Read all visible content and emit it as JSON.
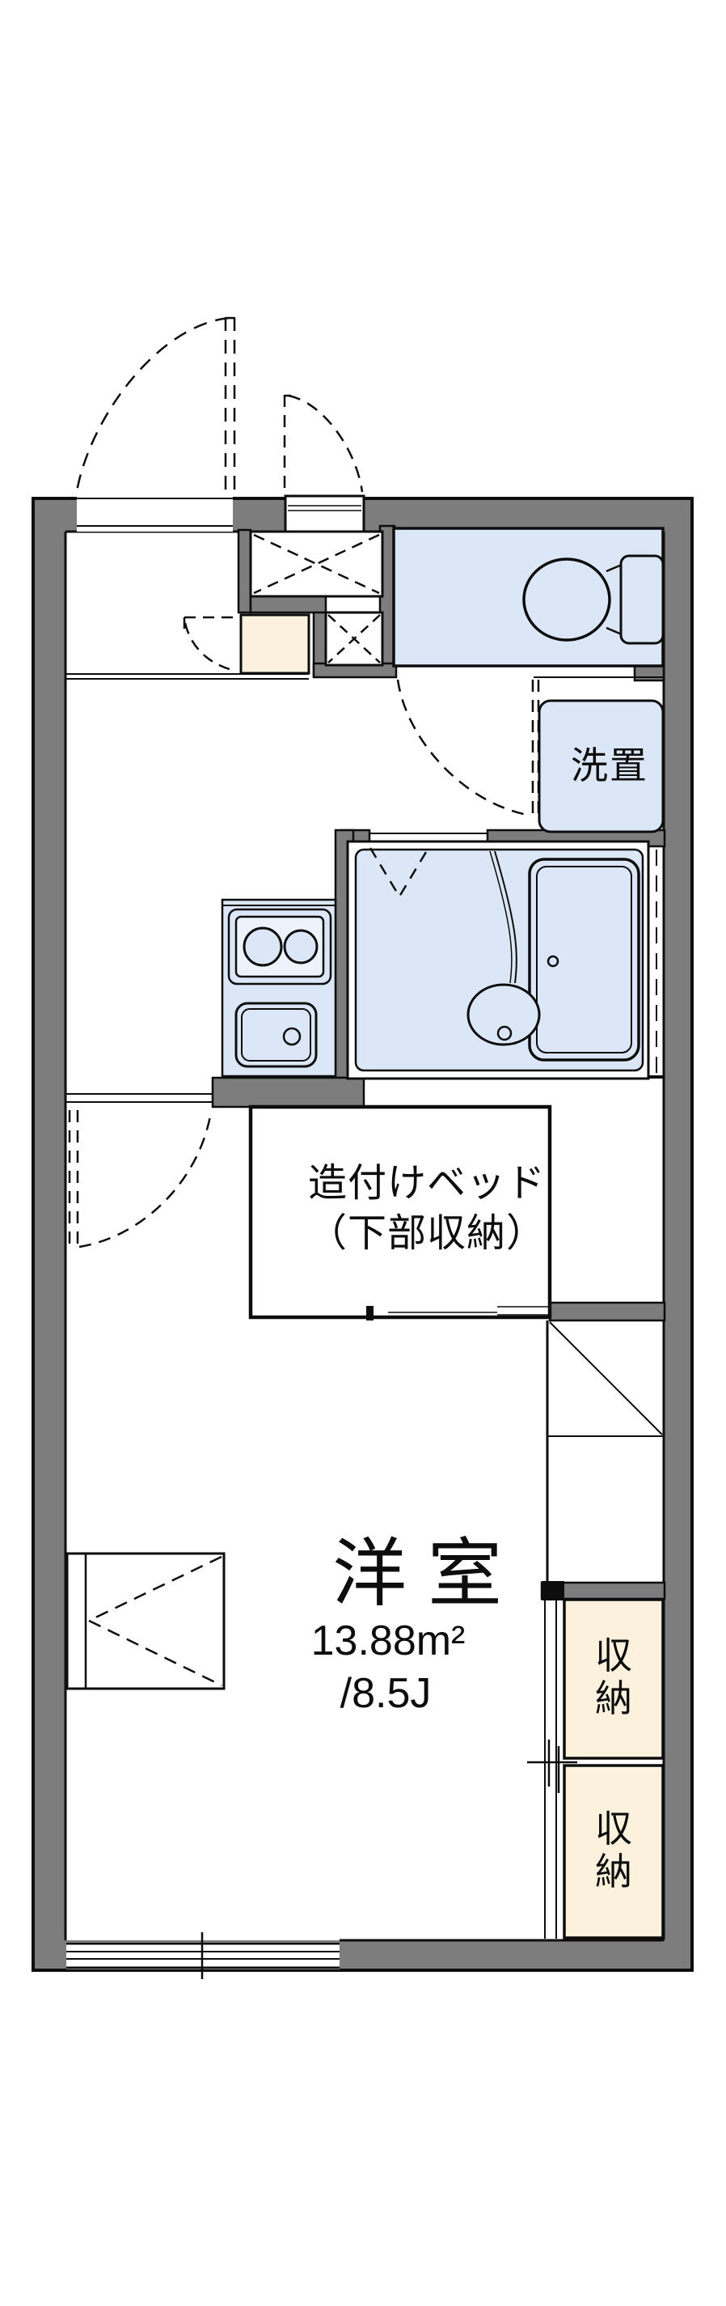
{
  "floorplan": {
    "rooms": {
      "main_room": {
        "name": "洋室",
        "area_sqm": "13.88m²",
        "area_tatami": "/8.5J"
      },
      "built_in_bed": {
        "line1": "造付けベッド",
        "line2": "（下部収納）"
      },
      "washer_space": {
        "label": "洗置"
      },
      "storage_upper": {
        "label": "収納"
      },
      "storage_lower": {
        "label": "収納"
      }
    },
    "colors": {
      "wall_gray": "#7D7D7D",
      "room_blue": "#DBE7F7",
      "fixture_blue_light": "#EDF3FB",
      "accent_cream": "#FCF1DC",
      "line_black": "#0D0D0D",
      "background": "#FFFFFF"
    }
  }
}
